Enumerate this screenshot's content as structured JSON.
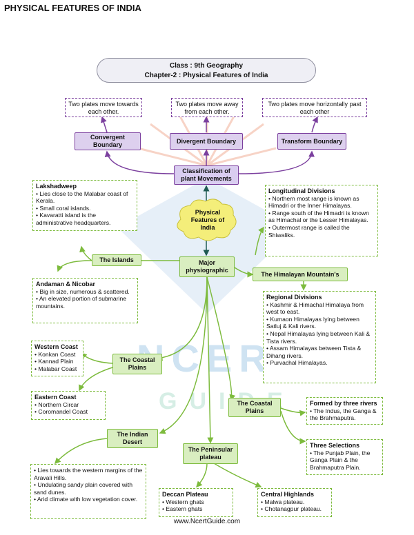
{
  "page_title": "PHYSICAL FEATURES OF INDIA",
  "header": {
    "line1": "Class : 9th Geography",
    "line2": "Chapter-2 : Physical Features of India"
  },
  "plates": {
    "convergent_note": "Two plates move towards each other.",
    "divergent_note": "Two plates move away from each other.",
    "transform_note": "Two plates move horizontally past each other",
    "convergent": "Convergent Boundary",
    "divergent": "Divergent Boundary",
    "transform": "Transform Boundary",
    "classification": "Classification of plant Movements"
  },
  "center": "Physical Features of India",
  "major": "Major physiographic",
  "islands": {
    "label": "The Islands",
    "lakshadweep_title": "Lakshadweep",
    "lakshadweep_items": [
      "Lies close to the Malabar coast of Kerala.",
      "Small coral islands.",
      "Kavaratti island is the administrative headquarters."
    ],
    "andaman_title": "Andaman & Nicobar",
    "andaman_items": [
      "Big in size, numerous  & scattered.",
      "An elevated portion of submarine mountains."
    ]
  },
  "himalaya": {
    "label": "The Himalayan Mountain's",
    "longitudinal_title": "Longitudinal Divisions",
    "longitudinal_items": [
      "Northern most range is known as Himadri or the Inner Himalayas.",
      "Range south of the Himadri  is known as Himachal or the Lesser Himalayas.",
      "Outermost range is called  the Shiwaliks."
    ],
    "regional_title": "Regional Divisions",
    "regional_items": [
      "Kashmir & Himachal Himalaya from west to east.",
      "Kumaon Himalayas lying between Satluj & Kali rivers.",
      "Nepal Himalayas lying between Kali & Tista rivers.",
      "Assam Himalayas between Tista & Dihang rivers.",
      "Purvachal Himalayas."
    ]
  },
  "coastal": {
    "label": "The Coastal Plains",
    "western_title": "Western Coast",
    "western_items": [
      "Konkan Coast",
      "Kannad Plain",
      "Malabar Coast"
    ],
    "eastern_title": "Eastern Coast",
    "eastern_items": [
      "Northern Circar",
      "Coromandel Coast"
    ]
  },
  "northern_plains": {
    "label": "The Coastal Plains",
    "rivers_title": "Formed by three rivers",
    "rivers_items": [
      "The Indus, the Ganga & the Brahmaputra."
    ],
    "sections_title": "Three Selections",
    "sections_items": [
      "The Punjab Plain, the Ganga Plain & the Brahmaputra Plain."
    ]
  },
  "desert": {
    "label": "The Indian Desert",
    "items": [
      "Lies towards the western margins of the Aravali Hills.",
      "Undulating sandy plain covered with sand dunes.",
      "Arid climate with low vegetation cover."
    ]
  },
  "plateau": {
    "label": "The Peninsular plateau",
    "deccan_title": "Deccan Plateau",
    "deccan_items": [
      "Western ghats",
      "Eastern ghats"
    ],
    "central_title": "Central Highlands",
    "central_items": [
      "Malwa plateau.",
      "Chotanagpur plateau."
    ]
  },
  "watermark": {
    "line1": "NCERT",
    "line2": "GUIDE"
  },
  "footer": "www.NcertGuide.com",
  "colors": {
    "purple": "#7b3f9e",
    "green": "#7dbb3d",
    "cloud": "#f4ee7a",
    "line_dark": "#1f5a52"
  }
}
